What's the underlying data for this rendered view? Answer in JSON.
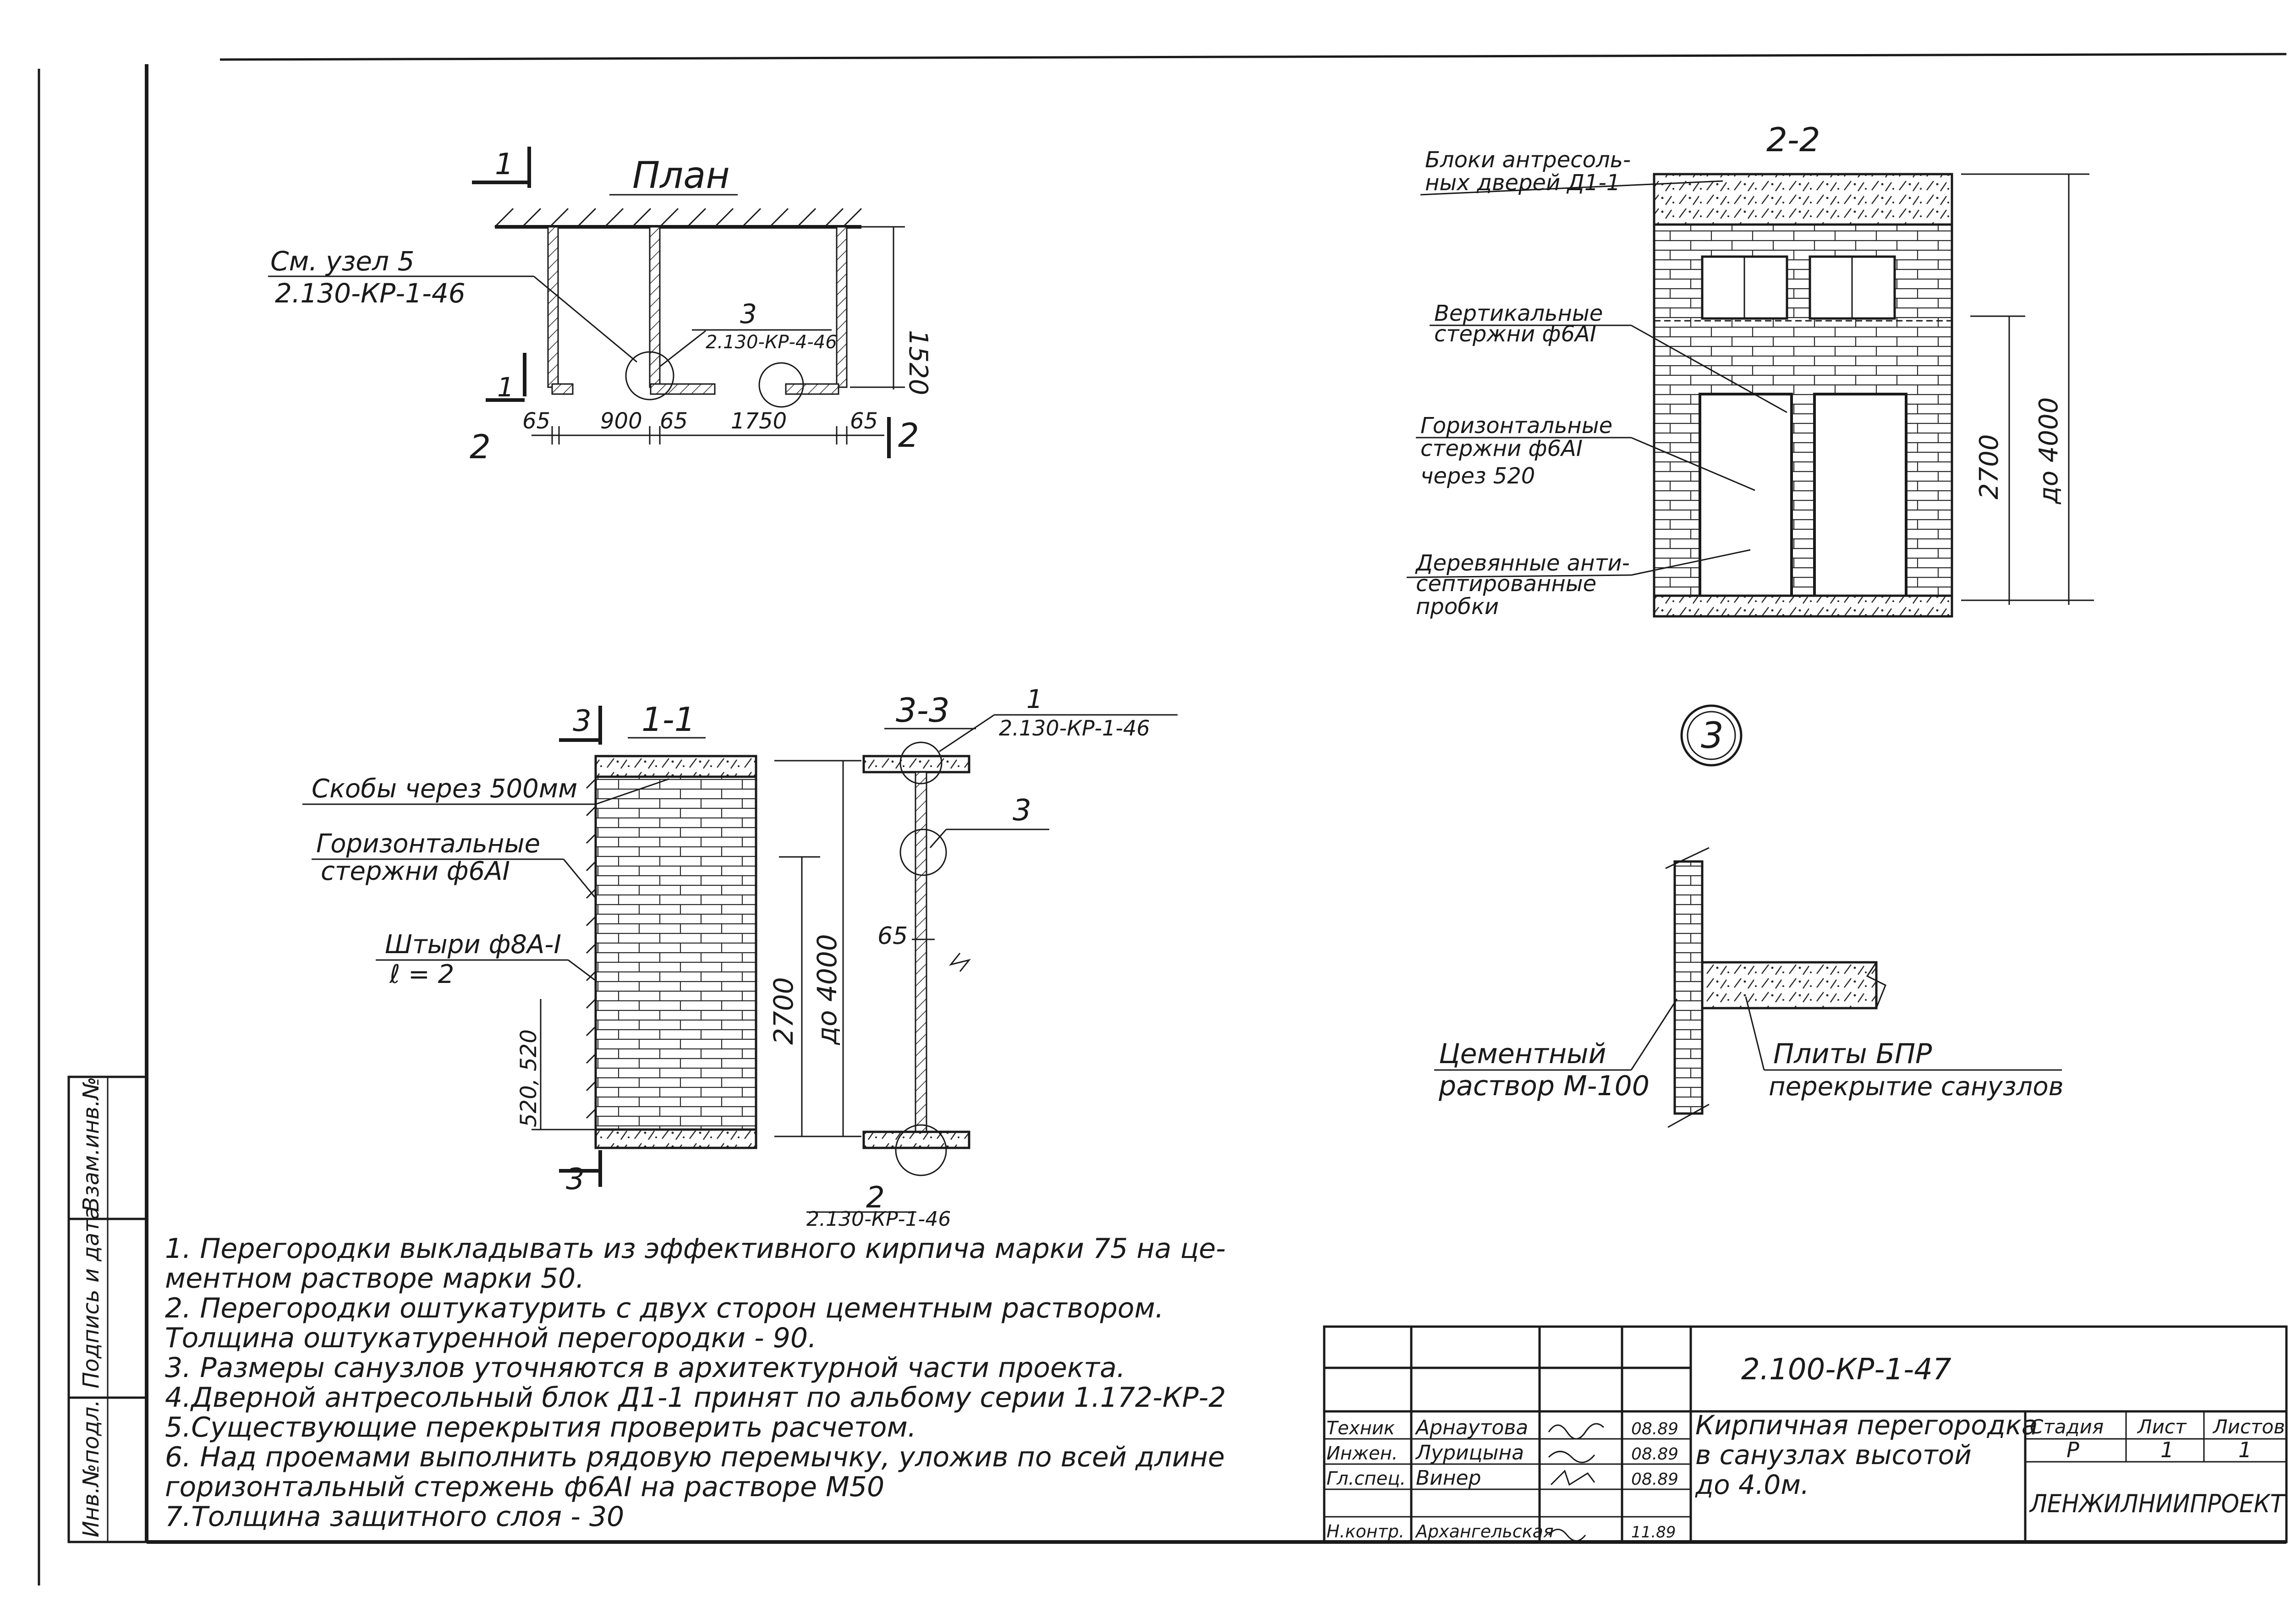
{
  "plan": {
    "title": "План",
    "section_mark_top": "1",
    "section_mark_bottom": "1",
    "section_mark_right": "2",
    "section_mark_left_number": "2",
    "node_ref_line1": "См. узел 5",
    "node_ref_line2": "2.130-КР-1-46",
    "node3_number": "3",
    "node3_ref": "2.130-КР-4-46",
    "dim_height": "1520",
    "dims": [
      "65",
      "900",
      "65",
      "1750",
      "65"
    ]
  },
  "section_22": {
    "title": "2-2",
    "label_blocks_line1": "Блоки антресоль-",
    "label_blocks_line2": "ных дверей Д1-1",
    "label_vert_line1": "Вертикальные",
    "label_vert_line2": "стержни ф6АI",
    "label_horiz_line1": "Горизонтальные",
    "label_horiz_line2": "стержни ф6АI",
    "label_horiz_line3": "через 520",
    "label_wood_line1": "Деревянные анти-",
    "label_wood_line2": "септированные",
    "label_wood_line3": "пробки",
    "dim_2700": "2700",
    "dim_upto": "до 4000"
  },
  "node3": {
    "circle_label": "3",
    "label_mortar_line1": "Цементный",
    "label_mortar_line2": "раствор М-100",
    "label_slabs_line1": "Плиты БПР",
    "label_slabs_line2": "перекрытие санузлов"
  },
  "section_11": {
    "title": "1-1",
    "mark": "3",
    "mark_bottom": "3",
    "label_staples": "Скобы через 500мм",
    "label_horiz_line1": "Горизонтальные",
    "label_horiz_line2": "стержни ф6АI",
    "label_pins_line1": "Штыри ф8А-I",
    "label_pins_line2": "ℓ = 2",
    "dim_spacing": "520, 520",
    "dim_2700": "2700",
    "dim_upto": "до 4000"
  },
  "section_33": {
    "title": "3-3",
    "top_number": "1",
    "top_ref": "2.130-КР-1-46",
    "side_number": "3",
    "dim_65": "65",
    "bottom_number": "2",
    "bottom_ref": "2.130-КР-1-46"
  },
  "notes": [
    "1. Перегородки выкладывать из эффективного кирпича марки 75 на це-",
    "    ментном растворе марки 50.",
    "2. Перегородки оштукатурить с двух сторон цементным раствором.",
    "    Толщина оштукатуренной перегородки - 90.",
    "3. Размеры санузлов уточняются в архитектурной части проекта.",
    "4.Дверной антресольный блок Д1-1 принят по альбому серии 1.172-КР-2",
    "5.Существующие перекрытия проверить расчетом.",
    "6. Над проемами выполнить рядовую перемычку, уложив по всей длине",
    "    горизонтальный стержень ф6АI на растворе М50",
    "7.Толщина защитного слоя - 30"
  ],
  "side_stamp": [
    "Инв.№подл.",
    "Подпись и дата",
    "Взам.инв.№"
  ],
  "title_block": {
    "doc_code": "2.100-КР-1-47",
    "title_line1": "Кирпичная перегородка",
    "title_line2": "в санузлах высотой",
    "title_line3": "до 4.0м.",
    "stage_header": "Стадия",
    "sheet_header": "Лист",
    "sheets_header": "Листов",
    "stage_value": "Р",
    "sheet_value": "1",
    "sheets_value": "1",
    "org": "ЛЕНЖИЛНИИПРОЕКТ",
    "rows": [
      {
        "role": "Техник",
        "name": "Арнаутова",
        "date": "08.89"
      },
      {
        "role": "Инжен.",
        "name": "Лурицына",
        "date": "08.89"
      },
      {
        "role": "Гл.спец.",
        "name": "Винер",
        "date": "08.89"
      },
      {
        "role": "Н.контр.",
        "name": "Архангельская",
        "date": "11.89"
      }
    ]
  }
}
